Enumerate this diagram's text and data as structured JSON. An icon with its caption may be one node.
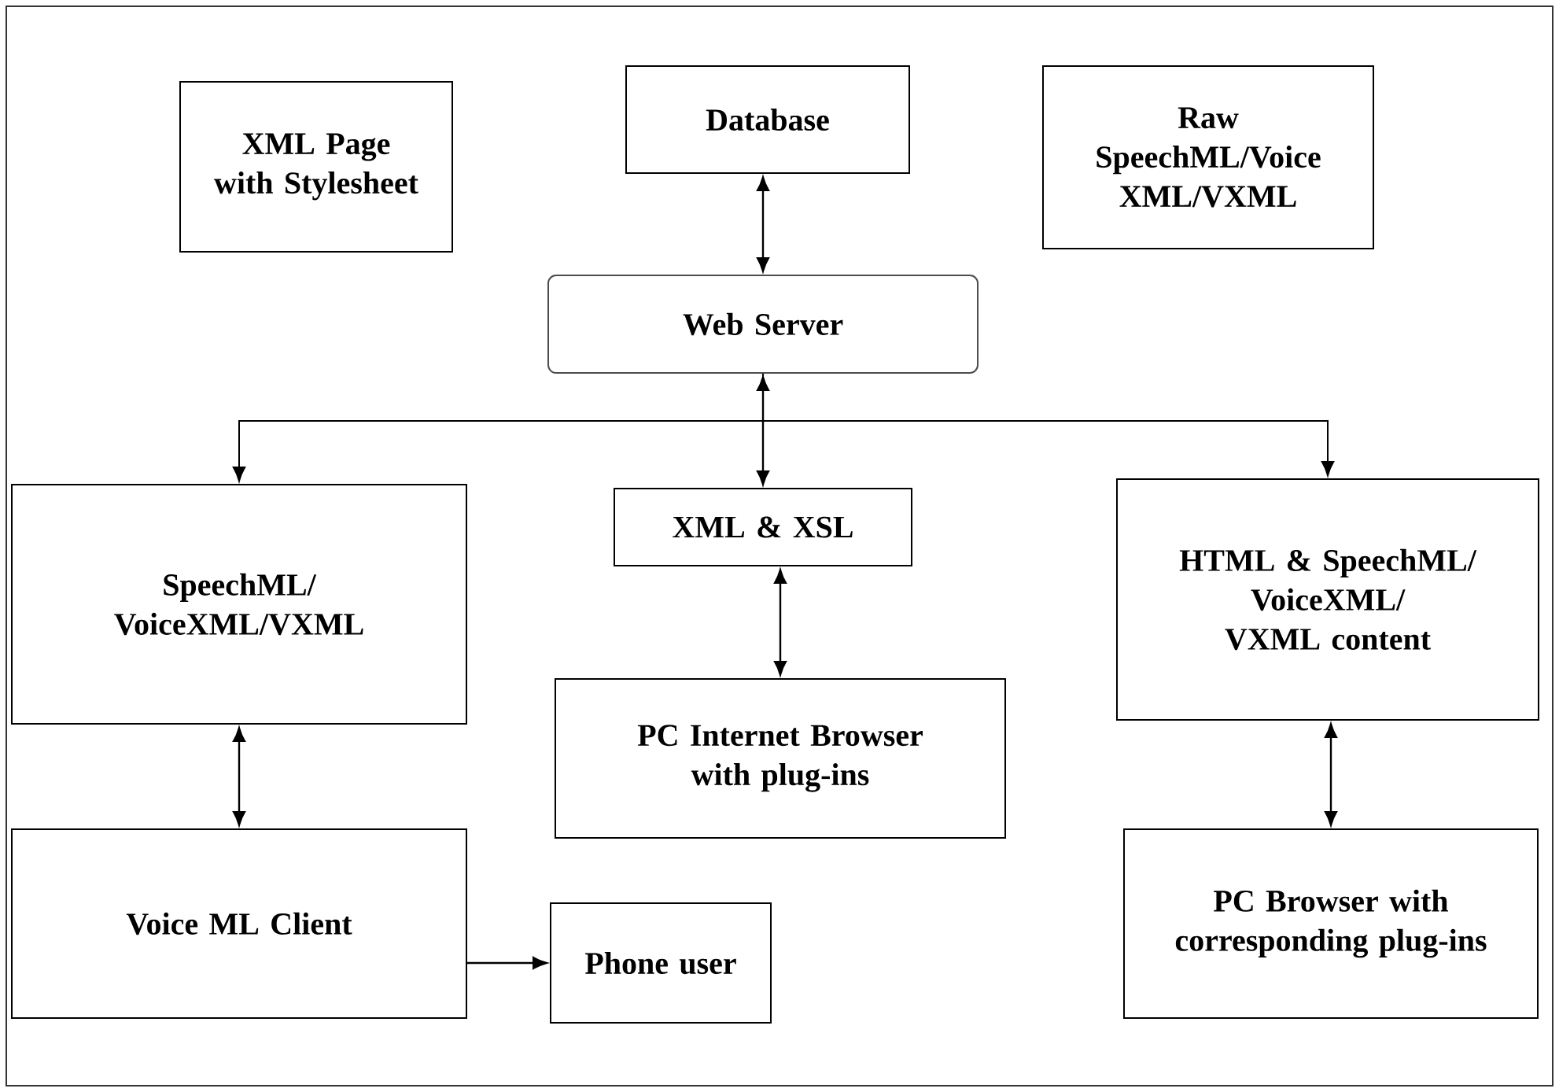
{
  "diagram": {
    "nodes": [
      {
        "text": [
          "XML Page with Stylesheet"
        ]
      },
      {
        "text": [
          "Database"
        ]
      },
      {
        "text": [
          "Raw SpeechML/Voice XML/VXML"
        ]
      },
      {
        "text": [
          "Web Server"
        ]
      },
      {
        "text": [
          "SpeechML/ VoiceXML/VXML"
        ]
      },
      {
        "text": [
          "XML & XSL"
        ]
      },
      {
        "text": [
          "HTML & SpeechML/ VoiceXML/ VXML content"
        ]
      },
      {
        "text": [
          "PC Internet Browser with plug-ins"
        ]
      },
      {
        "text": [
          "Voice ML Client"
        ]
      },
      {
        "text": [
          "Phone user"
        ]
      },
      {
        "text": [
          "PC Browser with corresponding plug-ins"
        ]
      }
    ],
    "edges": [
      {
        "from": 1,
        "to": 3,
        "arrow": "both"
      },
      {
        "from": 3,
        "to": 4,
        "arrow": "to"
      },
      {
        "from": 3,
        "to": 5,
        "arrow": "both"
      },
      {
        "from": 3,
        "to": 6,
        "arrow": "to"
      },
      {
        "from": 5,
        "to": 7,
        "arrow": "both"
      },
      {
        "from": 4,
        "to": 8,
        "arrow": "both"
      },
      {
        "from": 8,
        "to": 9,
        "arrow": "to"
      },
      {
        "from": 6,
        "to": 10,
        "arrow": "both"
      }
    ]
  }
}
